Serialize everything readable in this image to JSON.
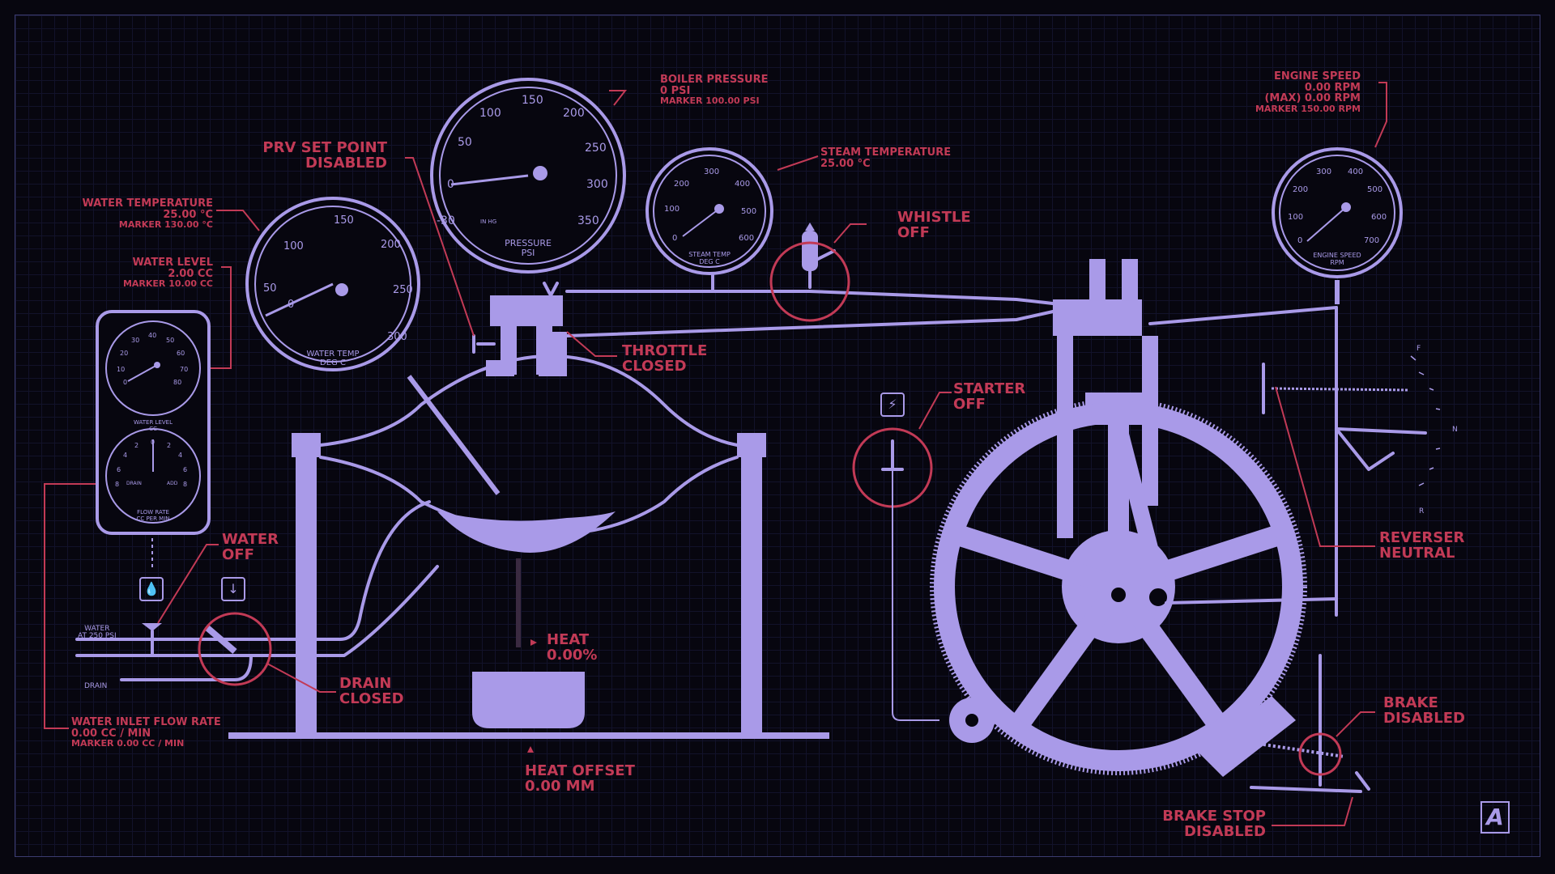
{
  "colors": {
    "machine": "#a99ae8",
    "label": "#c23a56",
    "background": "#07060f"
  },
  "gauges": {
    "water_temp": {
      "ticks": [
        "0",
        "50",
        "100",
        "150",
        "200",
        "250",
        "300"
      ],
      "caption1": "WATER TEMP",
      "caption2": "DEG C"
    },
    "pressure": {
      "ticks": [
        "-30",
        "0",
        "50",
        "100",
        "150",
        "200",
        "250",
        "300",
        "350"
      ],
      "unit": "IN HG",
      "caption1": "PRESSURE",
      "caption2": "PSI"
    },
    "steam_temp": {
      "ticks": [
        "0",
        "100",
        "200",
        "300",
        "400",
        "500",
        "600"
      ],
      "caption1": "STEAM TEMP",
      "caption2": "DEG C"
    },
    "engine_speed": {
      "ticks": [
        "0",
        "100",
        "200",
        "300",
        "400",
        "500",
        "600",
        "700"
      ],
      "caption1": "ENGINE SPEED",
      "caption2": "RPM"
    },
    "water_level": {
      "ticks": [
        "0",
        "10",
        "20",
        "30",
        "40",
        "50",
        "60",
        "70",
        "80"
      ],
      "caption1": "WATER LEVEL",
      "caption2": "CC"
    },
    "flow_rate": {
      "ticks": [
        "8",
        "6",
        "4",
        "2",
        "0",
        "2",
        "4",
        "6",
        "8"
      ],
      "left": "DRAIN",
      "right": "ADD",
      "caption1": "FLOW RATE",
      "caption2": "CC PER MIN"
    }
  },
  "labels": {
    "boiler_pressure": {
      "title": "BOILER PRESSURE",
      "value": "0 PSI",
      "marker": "MARKER 100.00 PSI"
    },
    "prv": {
      "title": "PRV SET POINT",
      "value": "DISABLED"
    },
    "water_temperature": {
      "title": "WATER TEMPERATURE",
      "value": "25.00 °C",
      "marker": "MARKER 130.00 °C"
    },
    "water_level": {
      "title": "WATER LEVEL",
      "value": "2.00 CC",
      "marker": "MARKER 10.00 CC"
    },
    "steam_temperature": {
      "title": "STEAM TEMPERATURE",
      "value": "25.00 °C"
    },
    "whistle": {
      "title": "WHISTLE",
      "value": "OFF"
    },
    "engine_speed": {
      "title": "ENGINE SPEED",
      "value": "0.00 RPM",
      "max": "(MAX) 0.00 RPM",
      "marker": "MARKER 150.00 RPM"
    },
    "throttle": {
      "title": "THROTTLE",
      "value": "CLOSED"
    },
    "starter": {
      "title": "STARTER",
      "value": "OFF"
    },
    "reverser": {
      "title": "REVERSER",
      "value": "NEUTRAL"
    },
    "water": {
      "title": "WATER",
      "value": "OFF"
    },
    "drain": {
      "title": "DRAIN",
      "value": "CLOSED"
    },
    "heat": {
      "title": "HEAT",
      "value": "0.00%"
    },
    "heat_offset": {
      "title": "HEAT OFFSET",
      "value": "0.00 MM"
    },
    "water_inlet": {
      "title": "WATER INLET FLOW RATE",
      "value": "0.00 CC / MIN",
      "marker": "MARKER 0.00 CC / MIN"
    },
    "brake": {
      "title": "BRAKE",
      "value": "DISABLED"
    },
    "brake_stop": {
      "title": "BRAKE STOP",
      "value": "DISABLED"
    }
  },
  "pipes": {
    "water_in": "WATER",
    "water_in2": "AT 250 PSI",
    "drain": "DRAIN"
  },
  "reverser_scale": {
    "forward": "F",
    "neutral": "N",
    "reverse": "R"
  },
  "logo": "A"
}
